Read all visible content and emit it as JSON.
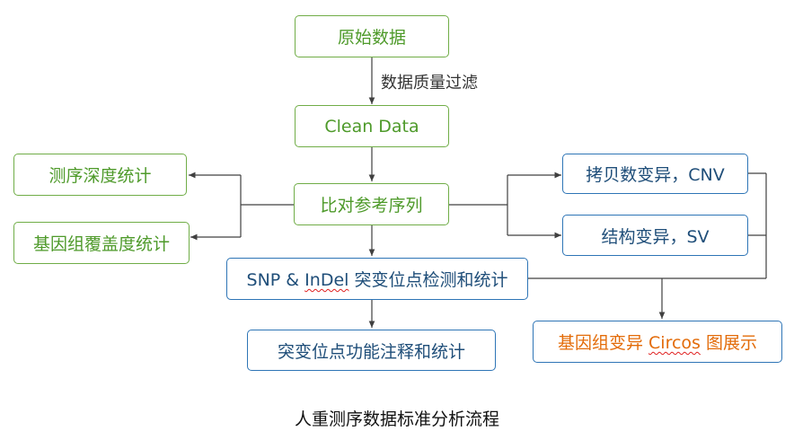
{
  "diagram": {
    "caption": "人重测序数据标准分析流程",
    "edge_labels": {
      "filter": "数据质量过滤"
    },
    "nodes": {
      "raw_data": "原始数据",
      "clean_data": "Clean Data",
      "align_reference": "比对参考序列",
      "seq_depth_stats": "测序深度统计",
      "genome_coverage_stats": "基因组覆盖度统计",
      "cnv": "拷贝数变异，CNV",
      "sv": "结构变异，SV",
      "snp_indel": {
        "prefix": "SNP & ",
        "emph": "InDel",
        "suffix": " 突变位点检测和统计"
      },
      "functional_annotation": "突变位点功能注释和统计",
      "circos": {
        "prefix": "基因组变异 ",
        "emph": "Circos",
        "suffix": " 图展示"
      }
    },
    "colors": {
      "green_border": "#70ad47",
      "green_text": "#4e9a2a",
      "blue_border": "#2e75b6",
      "blue_text": "#1f4e79",
      "orange_text": "#e36c0a",
      "connector": "#404040"
    }
  }
}
